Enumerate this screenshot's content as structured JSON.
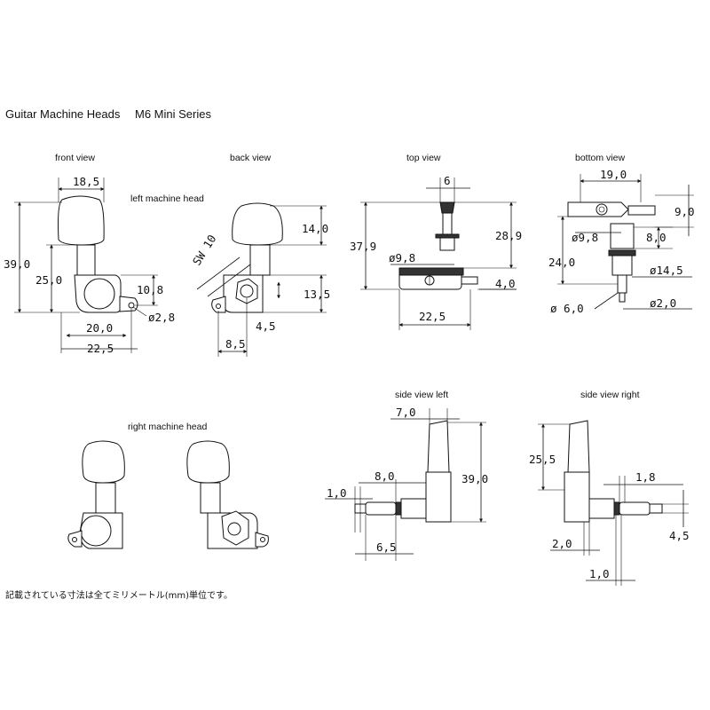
{
  "header": {
    "title": "Guitar Machine Heads",
    "series": "M6 Mini Series"
  },
  "views": {
    "front": "front view",
    "back": "back view",
    "top": "top view",
    "bottom": "bottom view",
    "left_head": "left machine head",
    "right_head": "right machine head",
    "side_left": "side view left",
    "side_right": "side view right"
  },
  "dims": {
    "front": [
      "18,5",
      "39,0",
      "25,0",
      "10,8",
      "ø2,8",
      "20,0",
      "22,5"
    ],
    "back": [
      "14,0",
      "SW 10",
      "13,5",
      "4,5",
      "8,5"
    ],
    "top": [
      "6",
      "37,9",
      "28,9",
      "ø9,8",
      "4,0",
      "22,5"
    ],
    "bottom": [
      "19,0",
      "9,0",
      "ø9,8",
      "8,0",
      "24,0",
      "ø14,5",
      "ø 6,0",
      "ø2,0"
    ],
    "side_left": [
      "7,0",
      "39,0",
      "8,0",
      "1,0",
      "6,5"
    ],
    "side_right": [
      "25,5",
      "1,8",
      "4,5",
      "2,0",
      "1,0"
    ]
  },
  "footer": {
    "note": "記載されている寸法は全てミリメートル(mm)単位です。"
  }
}
